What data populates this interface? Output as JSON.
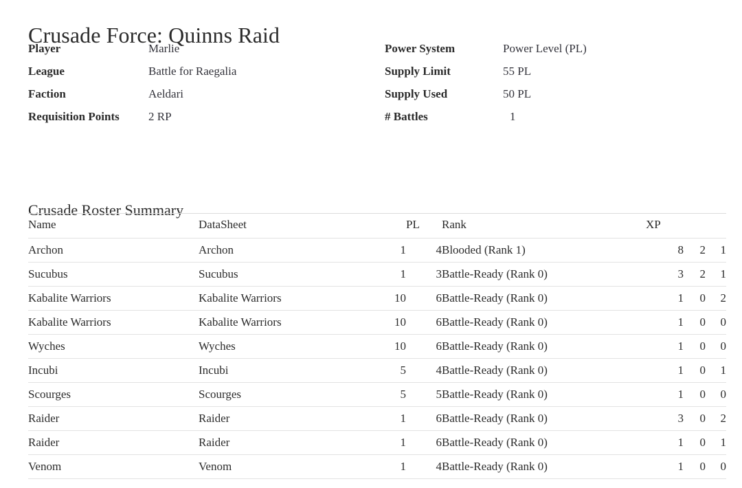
{
  "force": {
    "title": "Crusade Force: Quinns Raid",
    "left_fields": [
      {
        "label": "Player",
        "value": "Marlie"
      },
      {
        "label": "League",
        "value": "Battle for Raegalia"
      },
      {
        "label": "Faction",
        "value": "Aeldari"
      },
      {
        "label": "Requisition Points",
        "value": "2 RP"
      }
    ],
    "right_fields": [
      {
        "label": "Power System",
        "value": "Power Level (PL)"
      },
      {
        "label": "Supply Limit",
        "value": "55 PL"
      },
      {
        "label": "Supply Used",
        "value": "50 PL"
      },
      {
        "label": "# Battles",
        "value": "1"
      }
    ]
  },
  "roster": {
    "heading": "Crusade Roster Summary",
    "columns": {
      "name": "Name",
      "datasheet": "DataSheet",
      "count": "",
      "pl": "PL",
      "rank": "Rank",
      "xp": "XP",
      "stat1": "",
      "stat2": ""
    },
    "rows": [
      {
        "name": "Archon",
        "datasheet": "Archon",
        "count": "1",
        "pl": "4",
        "rank": "Blooded (Rank 1)",
        "xp": "8",
        "stat1": "2",
        "stat2": "1"
      },
      {
        "name": "Sucubus",
        "datasheet": "Sucubus",
        "count": "1",
        "pl": "3",
        "rank": "Battle-Ready (Rank 0)",
        "xp": "3",
        "stat1": "2",
        "stat2": "1"
      },
      {
        "name": "Kabalite Warriors",
        "datasheet": "Kabalite Warriors",
        "count": "10",
        "pl": "6",
        "rank": "Battle-Ready (Rank 0)",
        "xp": "1",
        "stat1": "0",
        "stat2": "2"
      },
      {
        "name": "Kabalite Warriors",
        "datasheet": "Kabalite Warriors",
        "count": "10",
        "pl": "6",
        "rank": "Battle-Ready (Rank 0)",
        "xp": "1",
        "stat1": "0",
        "stat2": "0"
      },
      {
        "name": "Wyches",
        "datasheet": "Wyches",
        "count": "10",
        "pl": "6",
        "rank": "Battle-Ready (Rank 0)",
        "xp": "1",
        "stat1": "0",
        "stat2": "0"
      },
      {
        "name": "Incubi",
        "datasheet": "Incubi",
        "count": "5",
        "pl": "4",
        "rank": "Battle-Ready (Rank 0)",
        "xp": "1",
        "stat1": "0",
        "stat2": "1"
      },
      {
        "name": "Scourges",
        "datasheet": "Scourges",
        "count": "5",
        "pl": "5",
        "rank": "Battle-Ready (Rank 0)",
        "xp": "1",
        "stat1": "0",
        "stat2": "0"
      },
      {
        "name": "Raider",
        "datasheet": "Raider",
        "count": "1",
        "pl": "6",
        "rank": "Battle-Ready (Rank 0)",
        "xp": "3",
        "stat1": "0",
        "stat2": "2"
      },
      {
        "name": "Raider",
        "datasheet": "Raider",
        "count": "1",
        "pl": "6",
        "rank": "Battle-Ready (Rank 0)",
        "xp": "1",
        "stat1": "0",
        "stat2": "1"
      },
      {
        "name": "Venom",
        "datasheet": "Venom",
        "count": "1",
        "pl": "4",
        "rank": "Battle-Ready (Rank 0)",
        "xp": "1",
        "stat1": "0",
        "stat2": "0"
      }
    ]
  },
  "colors": {
    "text": "#2b2b2b",
    "rule": "#e2e2e2",
    "background": "#ffffff"
  }
}
